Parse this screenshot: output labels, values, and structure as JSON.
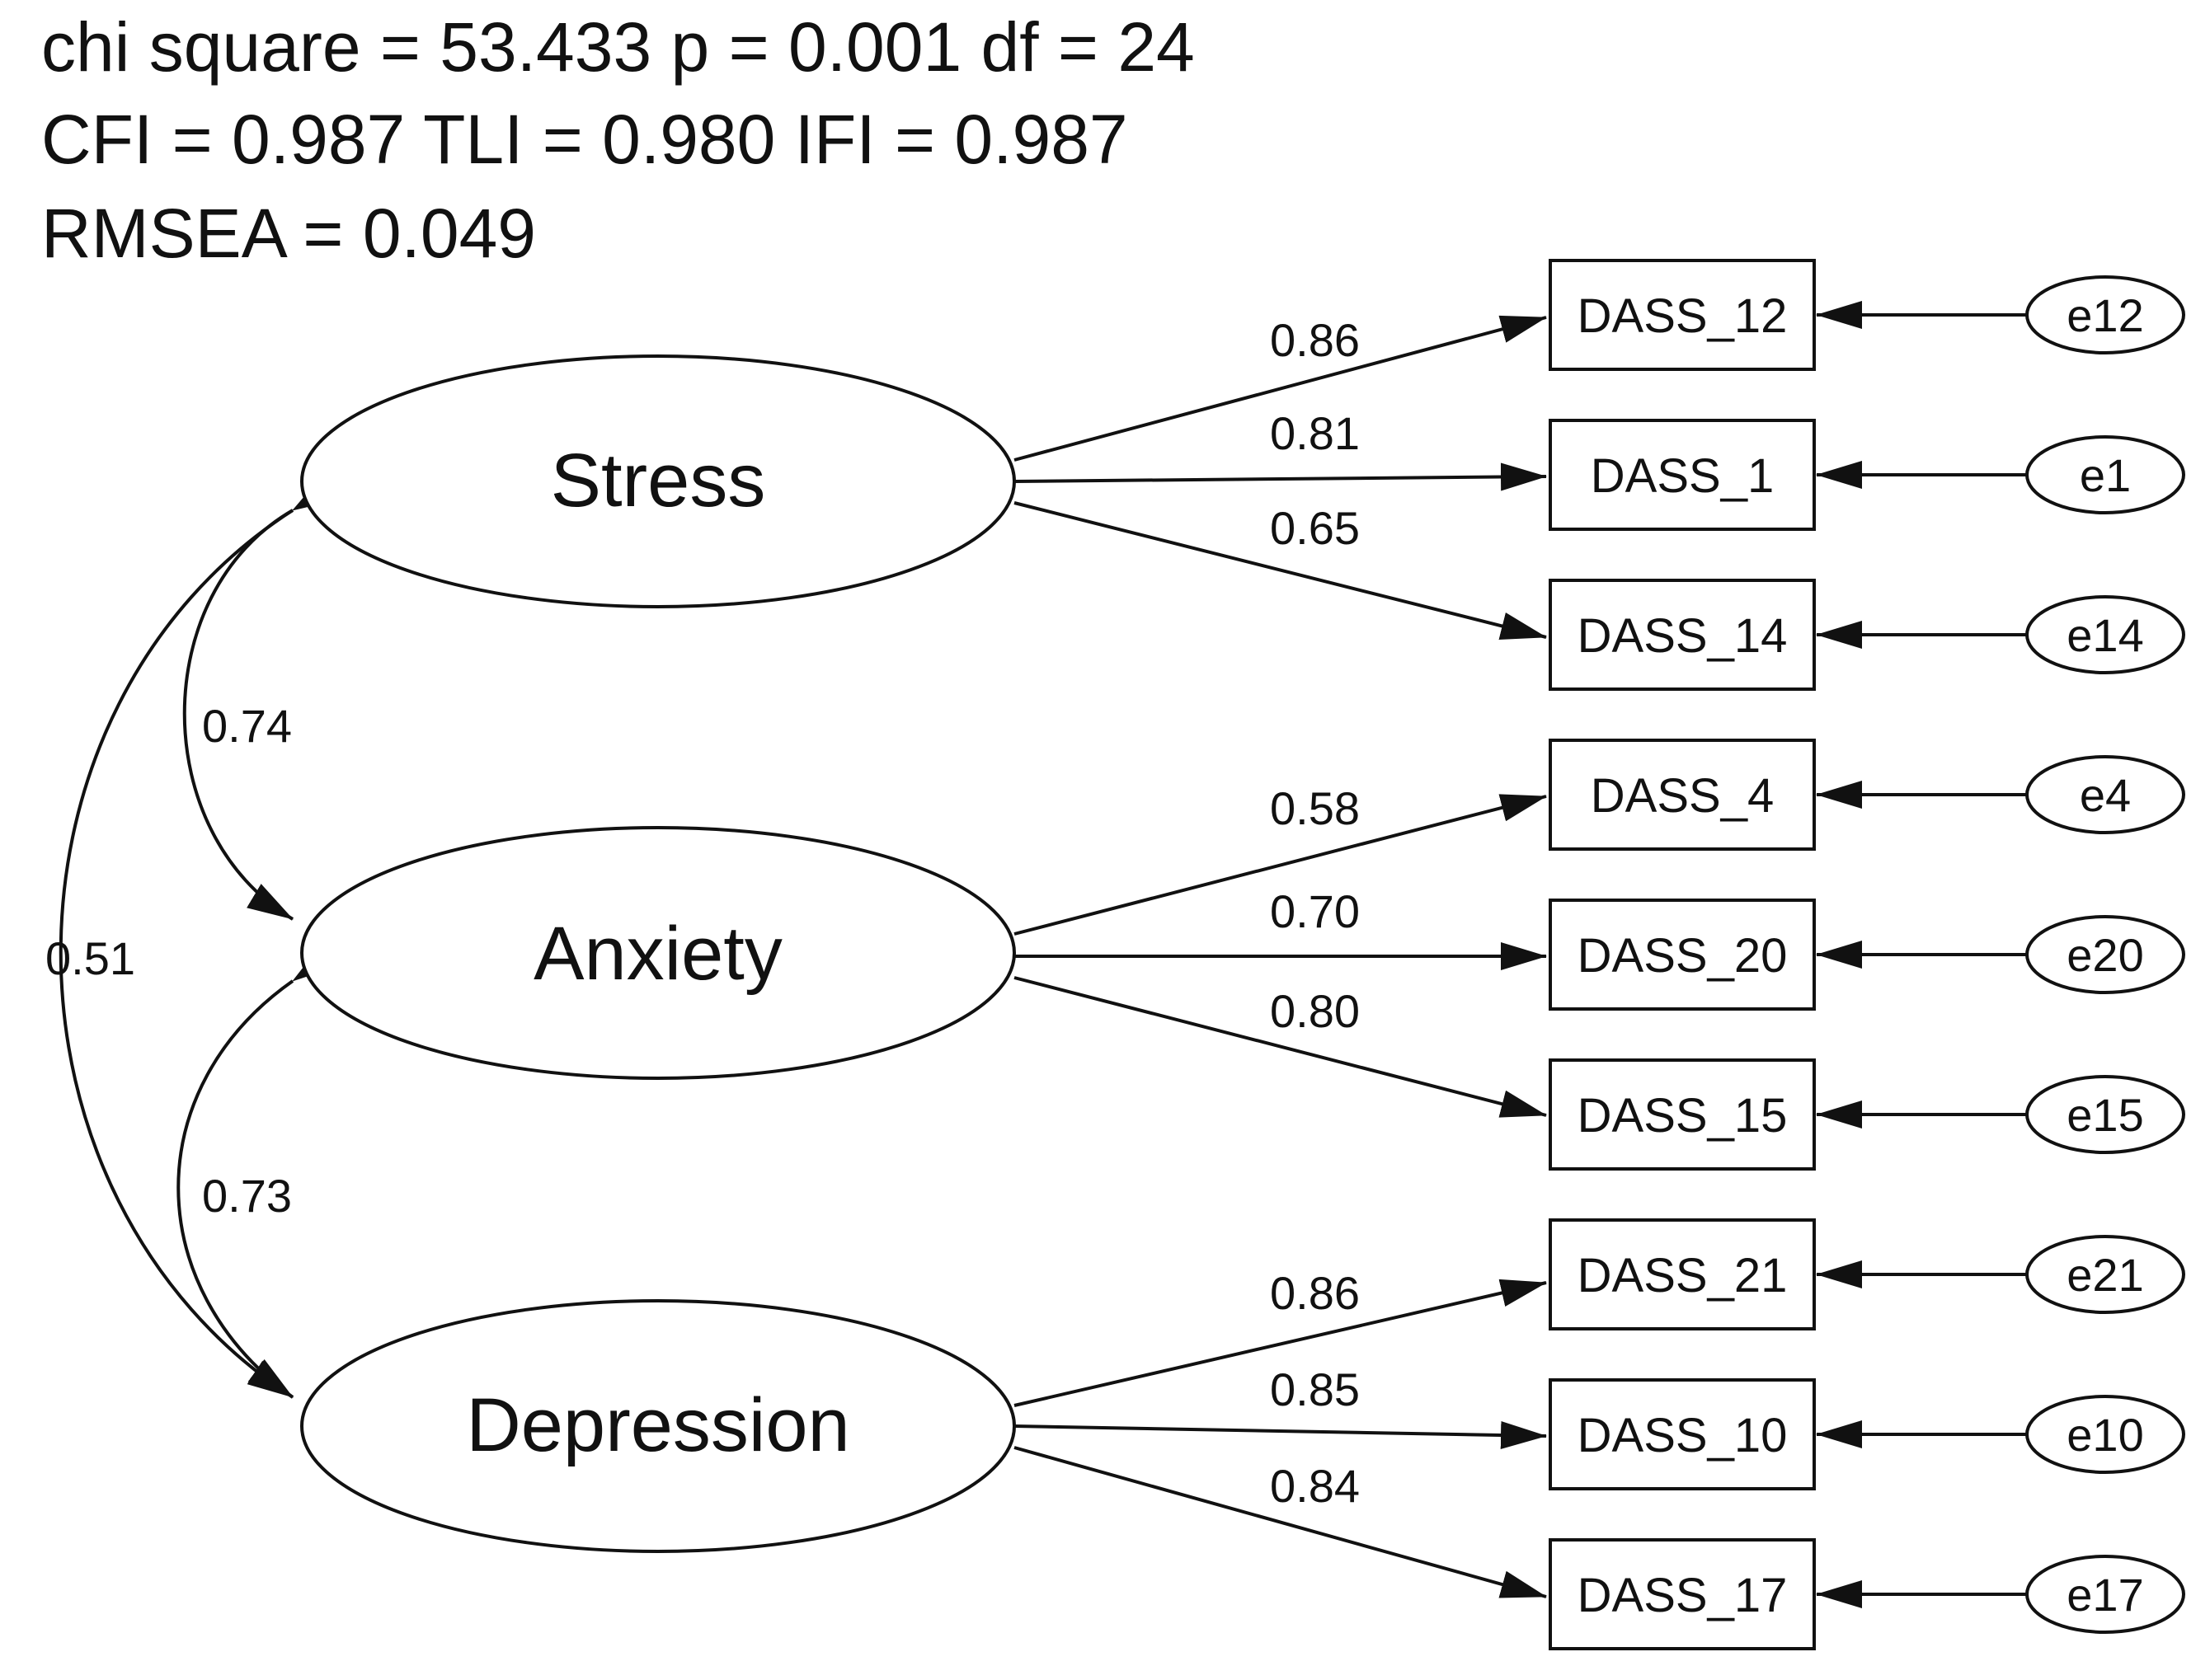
{
  "fit_stats": {
    "line1": "chi square = 53.433  p = 0.001  df = 24",
    "line2": "CFI = 0.987  TLI = 0.980 IFI = 0.987",
    "line3": "RMSEA = 0.049"
  },
  "latents": {
    "stress": "Stress",
    "anxiety": "Anxiety",
    "depression": "Depression"
  },
  "indicators": {
    "stress": [
      {
        "name": "DASS_12",
        "loading": "0.86",
        "error": "e12"
      },
      {
        "name": "DASS_1",
        "loading": "0.81",
        "error": "e1"
      },
      {
        "name": "DASS_14",
        "loading": "0.65",
        "error": "e14"
      }
    ],
    "anxiety": [
      {
        "name": "DASS_4",
        "loading": "0.58",
        "error": "e4"
      },
      {
        "name": "DASS_20",
        "loading": "0.70",
        "error": "e20"
      },
      {
        "name": "DASS_15",
        "loading": "0.80",
        "error": "e15"
      }
    ],
    "depression": [
      {
        "name": "DASS_21",
        "loading": "0.86",
        "error": "e21"
      },
      {
        "name": "DASS_10",
        "loading": "0.85",
        "error": "e10"
      },
      {
        "name": "DASS_17",
        "loading": "0.84",
        "error": "e17"
      }
    ]
  },
  "covariances": {
    "stress_anxiety": "0.74",
    "anxiety_depression": "0.73",
    "stress_depression": "0.51"
  }
}
